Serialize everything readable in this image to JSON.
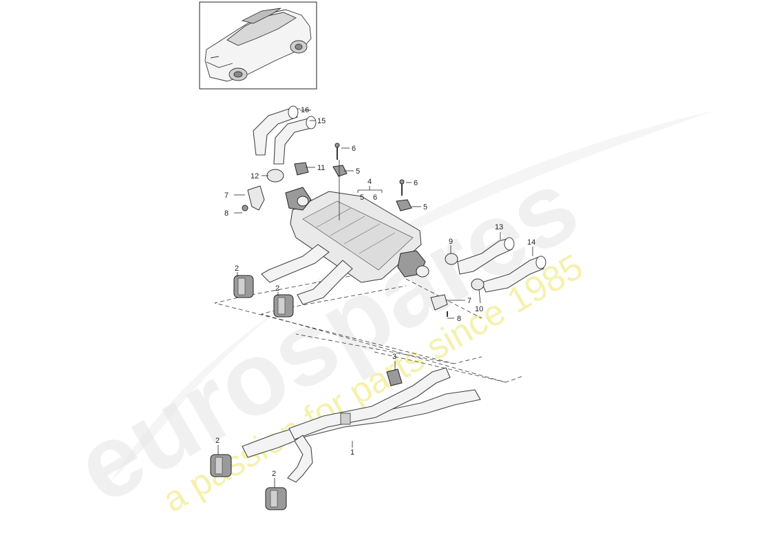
{
  "watermark": {
    "logo_text": "eurospares",
    "tagline": "a passion for parts since 1985"
  },
  "thumbnail": {
    "icon": "car-suv-icon"
  },
  "callouts": {
    "c1": "1",
    "c2a": "2",
    "c2b": "2",
    "c2c": "2",
    "c2d": "2",
    "c3": "3",
    "c4": "4",
    "c4_5": "5",
    "c4_6": "6",
    "c5a": "5",
    "c5b": "5",
    "c6a": "6",
    "c6b": "6",
    "c7a": "7",
    "c7b": "7",
    "c8a": "8",
    "c8b": "8",
    "c9": "9",
    "c10": "10",
    "c11": "11",
    "c12": "12",
    "c13": "13",
    "c14": "14",
    "c15": "15",
    "c16": "16"
  },
  "colors": {
    "line": "#222222",
    "watermark_logo": "#e4e4e4",
    "watermark_tag": "#f3ee9a"
  }
}
